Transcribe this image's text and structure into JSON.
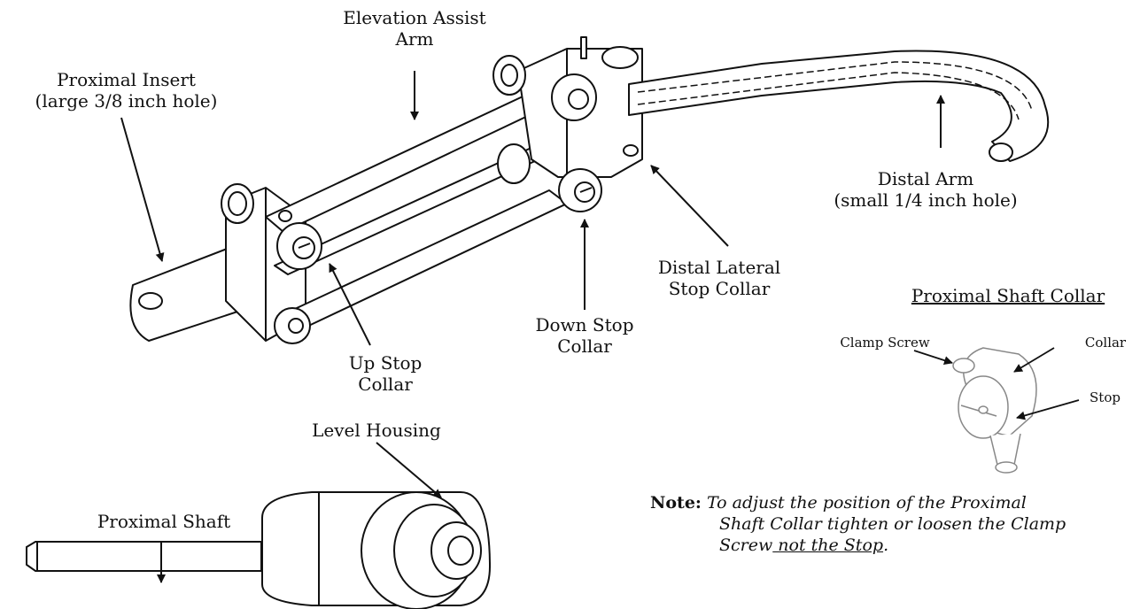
{
  "labels": {
    "elevation_assist_arm": [
      "Elevation Assist",
      "Arm"
    ],
    "proximal_insert": [
      "Proximal Insert",
      "(large 3/8 inch hole)"
    ],
    "distal_arm": [
      "Distal Arm",
      "(small 1/4 inch hole)"
    ],
    "distal_lateral_stop_collar": [
      "Distal Lateral",
      "Stop Collar"
    ],
    "down_stop_collar": [
      "Down Stop",
      "Collar"
    ],
    "up_stop_collar": [
      "Up Stop",
      "Collar"
    ],
    "level_housing": "Level Housing",
    "proximal_shaft": "Proximal Shaft",
    "proximal_shaft_collar_title": "Proximal Shaft Collar",
    "clamp_screw": "Clamp Screw",
    "collar": "Collar",
    "stop": "Stop"
  },
  "note": {
    "keyword": "Note:",
    "line1": "To adjust the position of the Proximal",
    "line2": "Shaft Collar tighten or loosen the Clamp",
    "line3_a": "Screw",
    "line3_b": " not the Stop",
    "line3_c": "."
  }
}
